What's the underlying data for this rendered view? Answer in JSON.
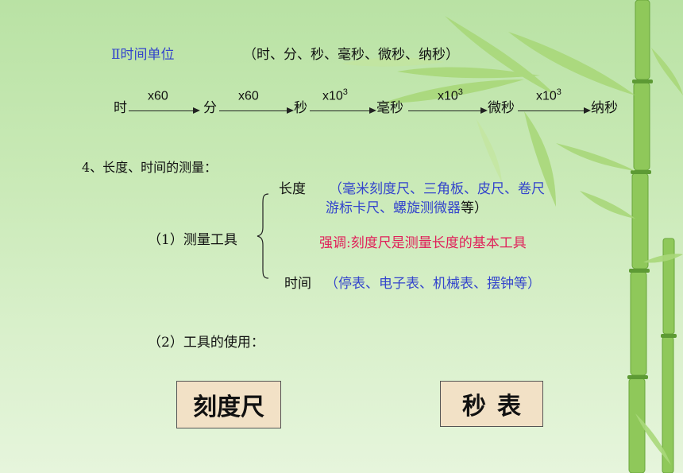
{
  "time_units": {
    "heading": "Ⅱ时间单位",
    "list": "（时、分、秒、毫秒、微秒、纳秒）",
    "chain": {
      "units": [
        "时",
        "分",
        "秒",
        "毫秒",
        "微秒",
        "纳秒"
      ],
      "factors": [
        {
          "base": "x60",
          "exp": ""
        },
        {
          "base": "x60",
          "exp": ""
        },
        {
          "base": "x10",
          "exp": "3"
        },
        {
          "base": "x10",
          "exp": "3"
        },
        {
          "base": "x10",
          "exp": "3"
        }
      ]
    }
  },
  "measurement": {
    "section_title": "4、长度、时间的测量：",
    "tools_label": "（1）测量工具",
    "length_label": "长度",
    "length_tools_line1": "（毫米刻度尺、三角板、皮尺、卷尺",
    "length_tools_line2_blue": "游标卡尺、螺旋测微器",
    "length_tools_line2_black": "等）",
    "emphasis": "强调:刻度尺是测量长度的基本工具",
    "time_label": "时间",
    "time_tools": "（停表、电子表、机械表、摆钟等）",
    "usage_label": "（2）工具的使用："
  },
  "boxes": {
    "ruler": "刻度尺",
    "stopwatch": "秒表"
  },
  "colors": {
    "accent_blue": "#3344cc",
    "emphasis_pink": "#e0205a",
    "box_fill": "#f2e1c6"
  }
}
